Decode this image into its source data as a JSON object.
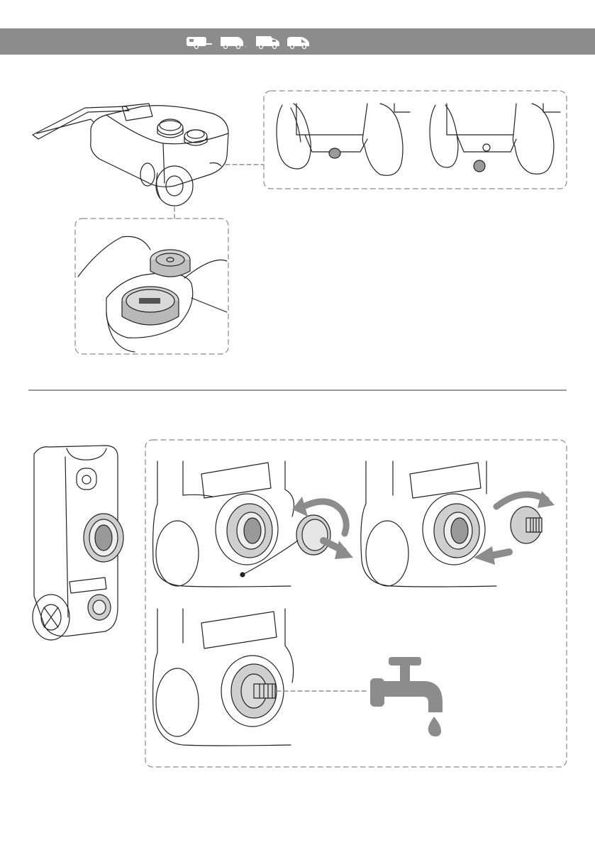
{
  "header": {
    "background": "#8c8c8c",
    "vehicle_icons": [
      "caravan-icon",
      "campervan-icon",
      "motorhome-icon",
      "van-icon"
    ]
  },
  "section_top": {
    "illustrations": [
      "waste-tank-trolley-illustration",
      "drain-plug-detail-illustration",
      "tank-caps-detail-illustration"
    ]
  },
  "section_bottom": {
    "illustrations": [
      "upright-water-tank-illustration",
      "remove-cap-step-illustration",
      "attach-hose-adapter-step-illustration",
      "connect-to-tap-step-illustration"
    ]
  },
  "colors": {
    "line": "#222222",
    "arrow_gray": "#8c8c8c",
    "dashed_border": "#8a8a8a",
    "divider": "#9a9a9a"
  }
}
